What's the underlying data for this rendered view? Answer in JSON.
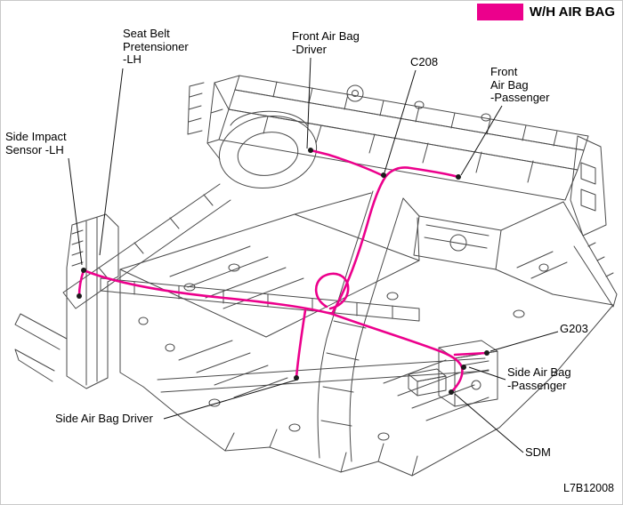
{
  "legend": {
    "label": "W/H AIR BAG",
    "swatch_color": "#ec008c"
  },
  "harness": {
    "name": "airbag wiring harness",
    "color": "#ec008c"
  },
  "figure_code": "L7B12008",
  "labels": {
    "seat_belt_pretensioner_lh": "Seat Belt\nPretensioner\n-LH",
    "front_air_bag_driver": "Front Air Bag\n-Driver",
    "c208": "C208",
    "front_air_bag_passenger": "Front\nAir Bag\n-Passenger",
    "side_impact_sensor_lh": "Side Impact\nSensor -LH",
    "g203": "G203",
    "side_air_bag_passenger": "Side Air Bag\n-Passenger",
    "side_air_bag_driver": "Side Air Bag Driver",
    "sdm": "SDM"
  }
}
